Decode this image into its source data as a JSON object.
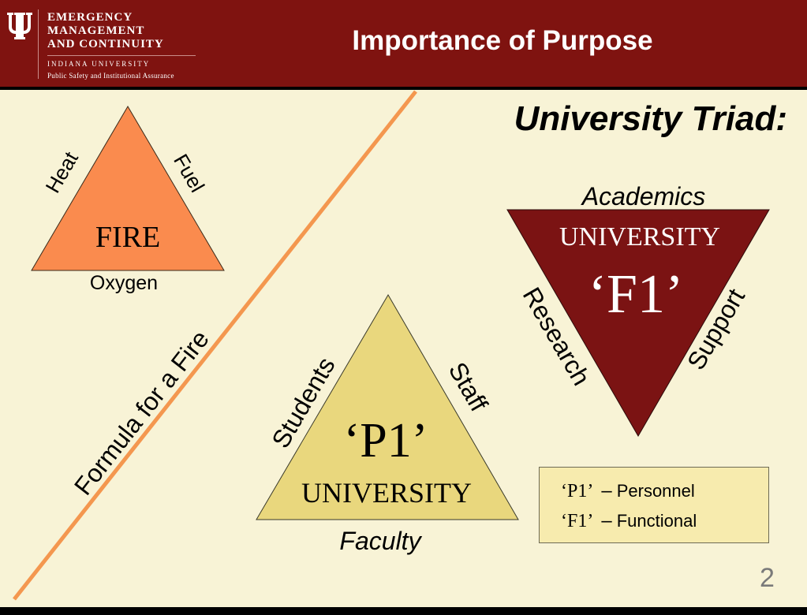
{
  "header": {
    "org_line1": "EMERGENCY",
    "org_line2": "MANAGEMENT",
    "org_line3": "AND CONTINUITY",
    "org_line4": "INDIANA UNIVERSITY",
    "org_line5": "Public Safety and Institutional Assurance",
    "title": "Importance of Purpose",
    "logo_icon": "iu-trident-icon"
  },
  "colors": {
    "header_bg": "#7f1310",
    "slide_bg": "#f8f3d6",
    "fire_triangle": "#fa8b4e",
    "p1_triangle": "#e9d77d",
    "f1_triangle": "#7b1313",
    "diagonal_line": "#f4974f",
    "legend_bg": "#f7ebae"
  },
  "fire_triad": {
    "center_label": "FIRE",
    "left_side": "Heat",
    "right_side": "Fuel",
    "bottom_side": "Oxygen"
  },
  "diagonal_caption": "Formula for a Fire",
  "university_triad": {
    "heading": "University Triad:",
    "f1": {
      "top_side": "Academics",
      "line1": "UNIVERSITY",
      "line2": "‘F1’",
      "left_side": "Research",
      "right_side": "Support"
    },
    "p1": {
      "line1": "‘P1’",
      "line2": "UNIVERSITY",
      "left_side": "Students",
      "right_side": "Staff",
      "bottom_side": "Faculty"
    }
  },
  "legend": {
    "items": [
      {
        "code": "‘P1’",
        "dash": "–",
        "label": "Personnel"
      },
      {
        "code": "‘F1’",
        "dash": "–",
        "label": "Functional"
      }
    ]
  },
  "page_number": "2"
}
